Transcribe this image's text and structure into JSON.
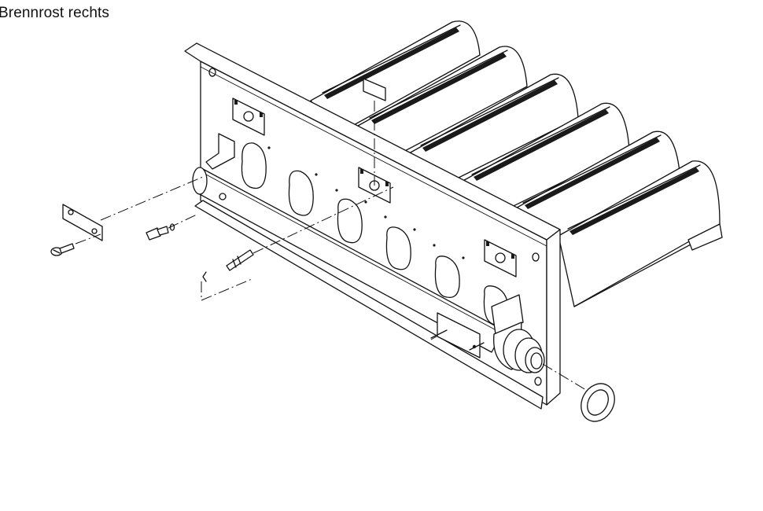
{
  "diagram": {
    "title": "Brennrost rechts"
  },
  "parts": [
    "burner-tube",
    "front-plate",
    "gas-manifold",
    "mounting-bracket",
    "screw",
    "nozzle",
    "ignition-electrode",
    "pipe-fitting",
    "sealing-ring"
  ]
}
